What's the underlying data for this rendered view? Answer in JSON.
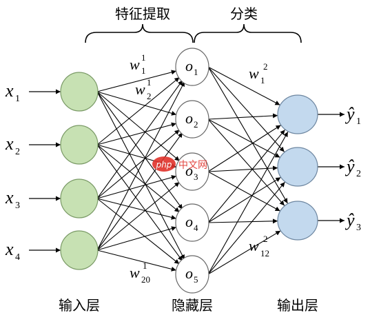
{
  "headers": {
    "feature_extraction": "特征提取",
    "classification": "分类"
  },
  "layers": {
    "input": {
      "label": "输入层",
      "inputs": [
        {
          "var": "x",
          "sub": "1"
        },
        {
          "var": "x",
          "sub": "2"
        },
        {
          "var": "x",
          "sub": "3"
        },
        {
          "var": "x",
          "sub": "4"
        }
      ]
    },
    "hidden": {
      "label": "隐藏层",
      "nodes": [
        {
          "var": "o",
          "sub": "1"
        },
        {
          "var": "o",
          "sub": "2"
        },
        {
          "var": "o",
          "sub": "3"
        },
        {
          "var": "o",
          "sub": "4"
        },
        {
          "var": "o",
          "sub": "5"
        }
      ]
    },
    "output": {
      "label": "输出层",
      "outputs": [
        {
          "var": "ŷ",
          "sub": "1"
        },
        {
          "var": "ŷ",
          "sub": "2"
        },
        {
          "var": "ŷ",
          "sub": "3"
        }
      ]
    }
  },
  "weights": {
    "w1_1": {
      "var": "w",
      "sub": "1",
      "sup": "1"
    },
    "w2_1": {
      "var": "w",
      "sub": "2",
      "sup": "1"
    },
    "w20_1": {
      "var": "w",
      "sub": "20",
      "sup": "1"
    },
    "w1_2": {
      "var": "w",
      "sub": "1",
      "sup": "2"
    },
    "w12_2": {
      "var": "w",
      "sub": "12",
      "sup": "2"
    }
  },
  "watermark": {
    "logo_text": "php",
    "site_text": "中文网"
  },
  "colors": {
    "input_fill": "#c7e1b3",
    "input_stroke": "#7a9a66",
    "hidden_fill": "#ffffff",
    "hidden_stroke": "#666666",
    "output_fill": "#c3d9ee",
    "output_stroke": "#6d86a0",
    "line": "#000000",
    "watermark_red": "#e0322b"
  }
}
